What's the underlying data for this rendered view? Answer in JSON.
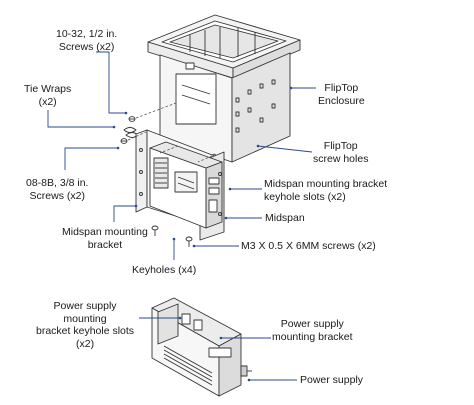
{
  "labels": {
    "screws_1032": [
      "10-32, 1/2 in.",
      "Screws (x2)"
    ],
    "tie_wraps": [
      "Tie Wraps",
      "(x2)"
    ],
    "fliptop_enclosure": [
      "FlipTop",
      "Enclosure"
    ],
    "fliptop_screw_holes": [
      "FlipTop",
      "screw holes"
    ],
    "screws_088b": [
      "08-8B, 3/8 in.",
      "Screws (x2)"
    ],
    "midspan_bracket_slots": [
      "Midspan mounting bracket",
      "keyhole slots (x2)"
    ],
    "midspan_bracket": [
      "Midspan mounting",
      "bracket"
    ],
    "midspan": "Midspan",
    "m3_screws": "M3 X 0.5 X 6MM screws (x2)",
    "keyholes": "Keyholes (x4)",
    "ps_bracket_slots": [
      "Power supply",
      "mounting",
      "bracket keyhole slots",
      "(x2)"
    ],
    "ps_bracket": [
      "Power supply",
      "mounting bracket"
    ],
    "power_supply": "Power supply"
  },
  "colors": {
    "line": "#333333",
    "leader": "#2b4a8a",
    "fill": "#f4f4f4",
    "shade": "#d9d9d9"
  }
}
